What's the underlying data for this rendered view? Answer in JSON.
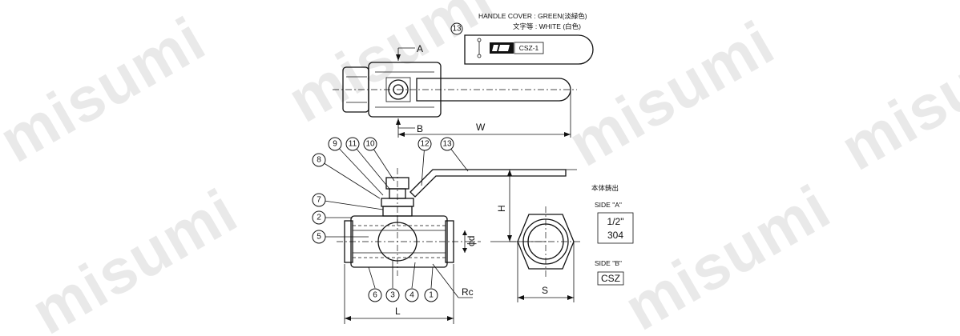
{
  "watermark": "misumi",
  "handle_cover": {
    "color_line": "HANDLE COVER : GREEN(淡緑色)",
    "text_line": "文字等 : WHITE (白色)",
    "logo_text": "CSZ-1",
    "balloon": "13"
  },
  "top_view": {
    "label_a": "A",
    "label_b": "B",
    "label_w": "W"
  },
  "front_view": {
    "balloons": [
      "1",
      "2",
      "3",
      "4",
      "5",
      "6",
      "7",
      "8",
      "9",
      "10",
      "11",
      "12",
      "13"
    ],
    "dim_h": "H",
    "dim_d": "ϕd",
    "dim_l": "L",
    "dim_rc": "Rc"
  },
  "side_view": {
    "dim_s": "S"
  },
  "casting_marks": {
    "title": "本体鋳出",
    "side_a_label": "SIDE \"A\"",
    "side_a_line1": "1/2\"",
    "side_a_line2": "304",
    "side_b_label": "SIDE \"B\"",
    "side_b_value": "CSZ"
  },
  "colors": {
    "ink": "#111111",
    "watermark": "#e9e9e9"
  }
}
